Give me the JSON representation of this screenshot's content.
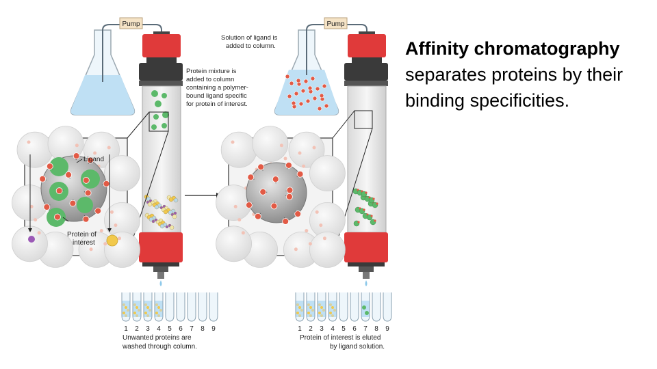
{
  "slide": {
    "heading": "Affinity chromatography",
    "body": "separates proteins by their binding specificities."
  },
  "figure": {
    "pump_label": "Pump",
    "ligand_note": [
      "Solution of ligand is",
      "added to column."
    ],
    "mixture_note": [
      "Protein mixture is",
      "added to column",
      "containing a polymer-",
      "bound ligand specific",
      "for protein of interest."
    ],
    "ligand_label": "Ligand",
    "protein_label": [
      "Protein of",
      "interest"
    ],
    "tube_numbers": [
      "1",
      "2",
      "3",
      "4",
      "5",
      "6",
      "7",
      "8",
      "9"
    ],
    "left_caption": [
      "Unwanted proteins are",
      "washed through column."
    ],
    "right_caption": [
      "Protein of interest is eluted",
      "by ligand solution."
    ]
  },
  "colors": {
    "cap_red": "#e03a3a",
    "cap_dark": "#3a3a3a",
    "liquid_blue": "#bfe0f4",
    "ligand_red": "#e25a45",
    "protein_green": "#5cb96a",
    "protein_yellow": "#f2c94c",
    "protein_purple": "#9b59b6"
  }
}
